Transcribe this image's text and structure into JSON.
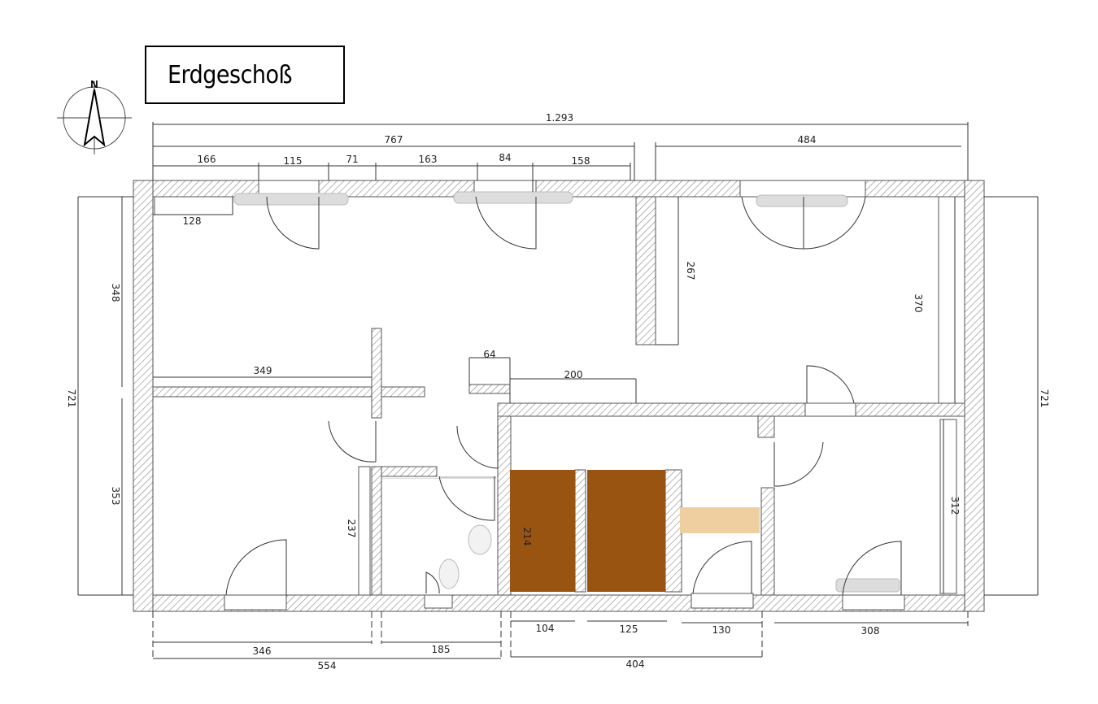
{
  "title": "Erdgeschoß",
  "compass": {
    "label": "N",
    "icon": "north-arrow-icon"
  },
  "colors": {
    "sauna": "#9a5412",
    "bench": "#efcf9f",
    "wall_hatch": "#888888"
  },
  "dimensions": [
    "1.293",
    "767",
    "484",
    "166",
    "115",
    "71",
    "163",
    "84",
    "158",
    "128",
    "348",
    "721",
    "353",
    "349",
    "64",
    "200",
    "267",
    "370",
    "721",
    "237",
    "214",
    "312",
    "346",
    "185",
    "554",
    "104",
    "125",
    "130",
    "308",
    "404"
  ]
}
